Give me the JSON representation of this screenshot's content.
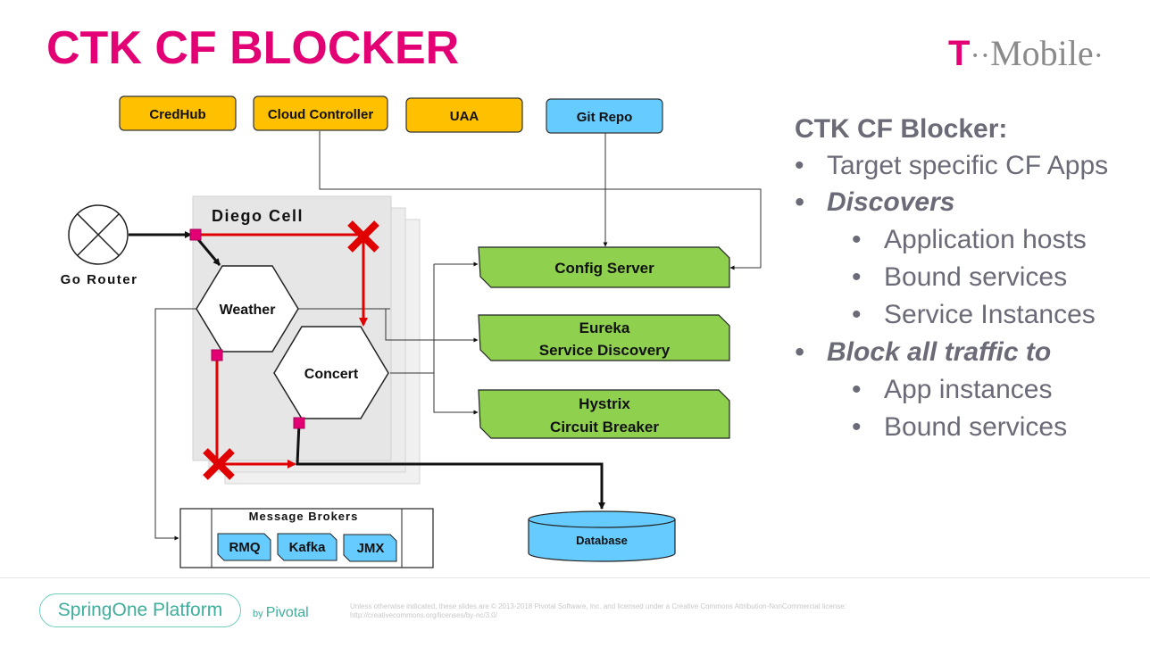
{
  "slide": {
    "title": "CTK CF BLOCKER",
    "logo": {
      "t": "T",
      "dots": "··",
      "wordmark": "Mobile",
      "end_dot": "·"
    }
  },
  "diagram": {
    "services": {
      "credhub": "CredHub",
      "cloud_controller": "Cloud Controller",
      "uaa": "UAA",
      "git_repo": "Git Repo"
    },
    "go_router": "Go Router",
    "diego_cell": "Diego Cell",
    "apps": {
      "weather": "Weather",
      "concert": "Concert"
    },
    "config_server": "Config Server",
    "eureka": {
      "line1": "Eureka",
      "line2": "Service Discovery"
    },
    "hystrix": {
      "line1": "Hystrix",
      "line2": "Circuit Breaker"
    },
    "message_brokers": {
      "title": "Message Brokers",
      "rmq": "RMQ",
      "kafka": "Kafka",
      "jmx": "JMX"
    },
    "database": "Database",
    "colors": {
      "accent": "#e20074",
      "orange": "#ffc000",
      "blue": "#66ccff",
      "green": "#8fd14f",
      "red": "#ff0000",
      "text_gray": "#6b6b78"
    }
  },
  "panel": {
    "title": "CTK CF Blocker:",
    "items": [
      {
        "text": "Target specific CF Apps"
      },
      {
        "text": "Discovers",
        "sub": [
          "Application hosts",
          "Bound services",
          "Service Instances"
        ]
      },
      {
        "text": "Block all traffic to",
        "sub": [
          "App instances",
          "Bound services"
        ]
      }
    ]
  },
  "footer": {
    "spring": "SpringOne Platform",
    "by": "by",
    "pivotal": "Pivotal",
    "legal": "Unless otherwise indicated, these slides are © 2013-2018 Pivotal Software, Inc. and licensed under a Creative Commons Attribution-NonCommercial license: http://creativecommons.org/licenses/by-nc/3.0/"
  }
}
